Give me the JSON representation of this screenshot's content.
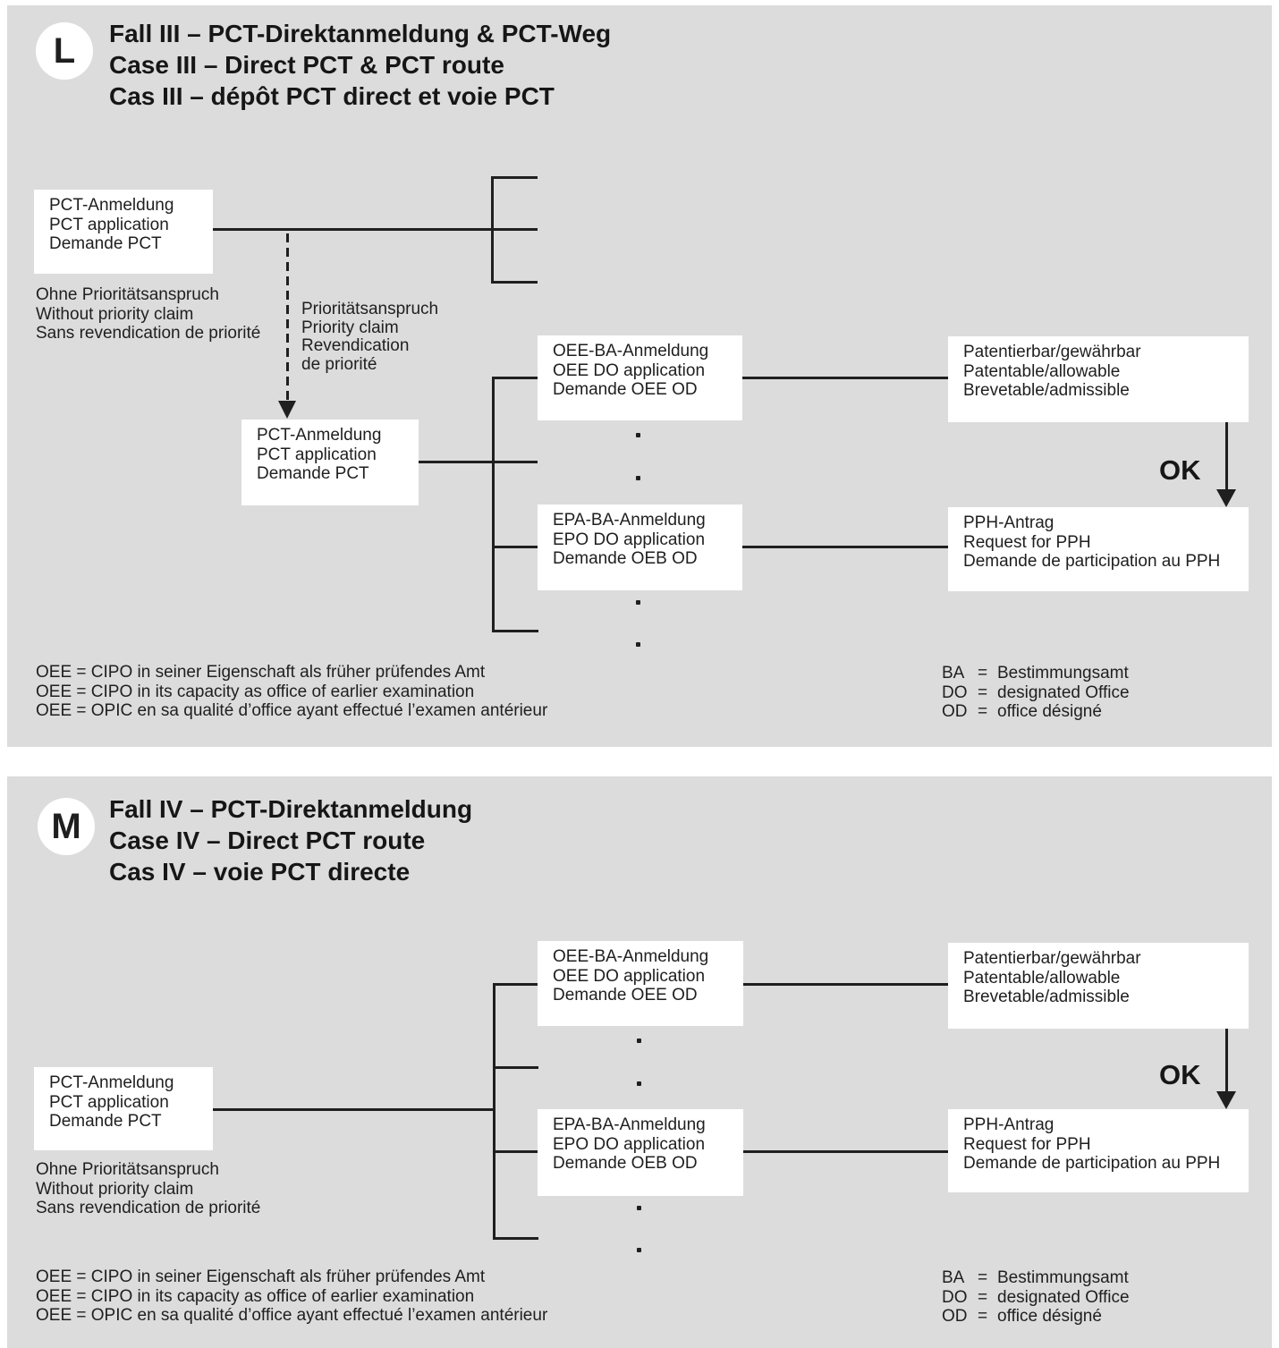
{
  "panels": {
    "l": {
      "badge": "L",
      "title": [
        "Fall III – PCT-Direktanmeldung & PCT-Weg",
        "Case III – Direct PCT & PCT route",
        "Cas III – dépôt PCT direct et voie PCT"
      ],
      "boxes": {
        "pct_src": [
          "PCT-Anmeldung",
          "PCT application",
          "Demande PCT"
        ],
        "pct_direct": [
          "PCT-Anmeldung",
          "PCT application",
          "Demande PCT"
        ],
        "oee": [
          "OEE-BA-Anmeldung",
          "OEE DO application",
          "Demande OEE OD"
        ],
        "epa": [
          "EPA-BA-Anmeldung",
          "EPO DO application",
          "Demande OEB OD"
        ],
        "patentable": [
          "Patentierbar/gewährbar",
          "Patentable/allowable",
          "Brevetable/admissible"
        ],
        "pph": [
          "PPH-Antrag",
          "Request for PPH",
          "Demande de participation au PPH"
        ]
      },
      "labels": {
        "without_priority": [
          "Ohne Prioritätsanspruch",
          "Without priority claim",
          "Sans revendication de priorité"
        ],
        "priority_claim": [
          "Prioritätsanspruch",
          "Priority claim",
          "Revendication",
          "de priorité"
        ],
        "ok": "OK"
      },
      "footnotes": {
        "oee": [
          "OEE = CIPO in seiner Eigenschaft als früher prüfendes Amt",
          "OEE = CIPO in its capacity as office of earlier examination",
          "OEE = OPIC en sa qualité d’office ayant effectué l’examen antérieur"
        ],
        "abbr": [
          {
            "k": "BA",
            "eq": "=",
            "v": "Bestimmungsamt"
          },
          {
            "k": "DO",
            "eq": "=",
            "v": "designated Office"
          },
          {
            "k": "OD",
            "eq": "=",
            "v": "office désigné"
          }
        ]
      }
    },
    "m": {
      "badge": "M",
      "title": [
        "Fall IV – PCT-Direktanmeldung",
        "Case IV – Direct PCT route",
        "Cas IV – voie PCT directe"
      ],
      "boxes": {
        "pct_src": [
          "PCT-Anmeldung",
          "PCT application",
          "Demande PCT"
        ],
        "oee": [
          "OEE-BA-Anmeldung",
          "OEE DO application",
          "Demande OEE OD"
        ],
        "epa": [
          "EPA-BA-Anmeldung",
          "EPO DO application",
          "Demande OEB OD"
        ],
        "patentable": [
          "Patentierbar/gewährbar",
          "Patentable/allowable",
          "Brevetable/admissible"
        ],
        "pph": [
          "PPH-Antrag",
          "Request for PPH",
          "Demande de participation au PPH"
        ]
      },
      "labels": {
        "without_priority": [
          "Ohne Prioritätsanspruch",
          "Without priority claim",
          "Sans revendication de priorité"
        ],
        "ok": "OK"
      },
      "footnotes": {
        "oee": [
          "OEE = CIPO in seiner Eigenschaft als früher prüfendes Amt",
          "OEE = CIPO in its capacity as office of earlier examination",
          "OEE = OPIC en sa qualité d’office ayant effectué l’examen antérieur"
        ],
        "abbr": [
          {
            "k": "BA",
            "eq": "=",
            "v": "Bestimmungsamt"
          },
          {
            "k": "DO",
            "eq": "=",
            "v": "designated Office"
          },
          {
            "k": "OD",
            "eq": "=",
            "v": "office désigné"
          }
        ]
      }
    }
  }
}
